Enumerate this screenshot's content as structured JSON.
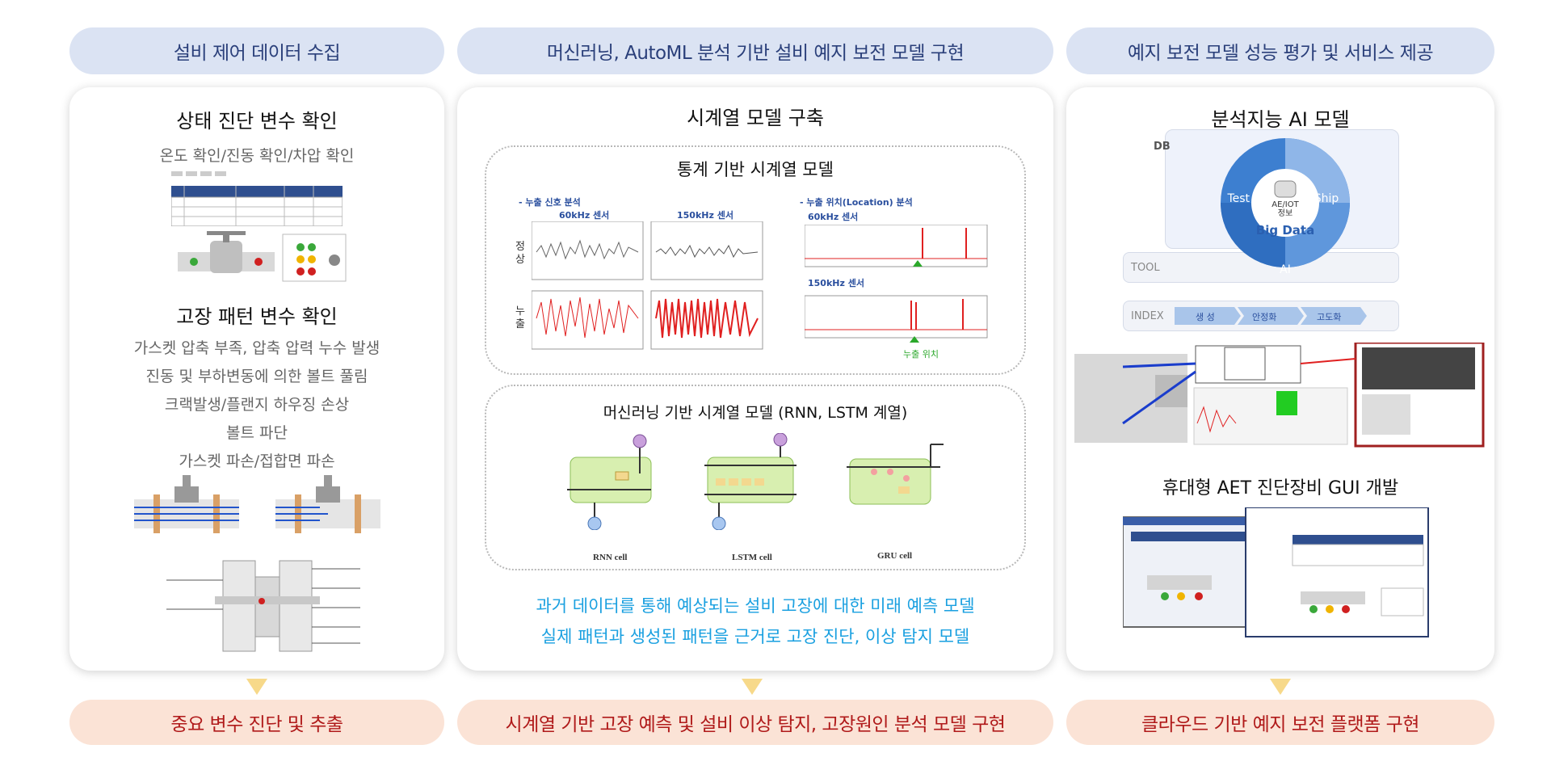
{
  "columns": [
    {
      "header": "설비 제어 데이터 수집",
      "footer": "중요 변수 진단 및 추출",
      "sec1_title": "상태 진단 변수 확인",
      "sec1_sub": "온도 확인/진동 확인/차압 확인",
      "sec2_title": "고장 패턴 변수 확인",
      "fault_items": [
        "가스켓 압축 부족, 압축 압력 누수 발생",
        "진동 및 부하변동에 의한 볼트 풀림",
        "크랙발생/플랜지 하우징 손상",
        "볼트 파단",
        "가스켓 파손/접합면 파손"
      ]
    },
    {
      "header": "머신러닝, AutoML 분석 기반 설비 예지 보전 모델 구현",
      "footer": "시계열 기반 고장 예측 및 설비 이상 탐지, 고장원인 분석 모델 구현",
      "title": "시계열 모델 구축",
      "stat_title": "통계 기반 시계열 모델",
      "leak_signal": "-  누출 신호 분석",
      "leak_location": "-  누출 위치(Location) 분석",
      "sensor_60": "60kHz 센서",
      "sensor_150": "150kHz 센서",
      "row_normal": "정\n상",
      "row_leak": "누\n출",
      "leak_pos": "누출 위치",
      "ml_title": "머신러닝 기반 시계열 모델 (RNN, LSTM 계열)",
      "cells": [
        "RNN cell",
        "LSTM cell",
        "GRU cell"
      ],
      "desc1": "과거 데이터를 통해 예상되는 설비 고장에 대한 미래 예측 모델",
      "desc2": "실제 패턴과 생성된 패턴을 근거로 고장 진단, 이상 탐지 모델"
    },
    {
      "header": "예지 보전 모델 성능 평가 및 서비스 제공",
      "footer": "클라우드 기반 예지 보전 플랫폼 구현",
      "ai_title": "분석지능 AI 모델",
      "db": "DB",
      "tool": "TOOL",
      "index": "INDEX",
      "test_bed": "Test Bed",
      "ship": "Ship",
      "ai": "AI",
      "big_data": "Big Data",
      "center_label": "AE/IOT\n정보",
      "index_steps": [
        "생 성",
        "안정화",
        "고도화"
      ],
      "gui_title": "휴대형 AET 진단장비 GUI 개발"
    }
  ],
  "colors": {
    "header_bg": "#dbe3f3",
    "footer_bg": "#fbe3d6",
    "footer_text": "#b01a1a",
    "accent_blue": "#1aa0e0",
    "cycle_blue": "#3d7fd0"
  }
}
